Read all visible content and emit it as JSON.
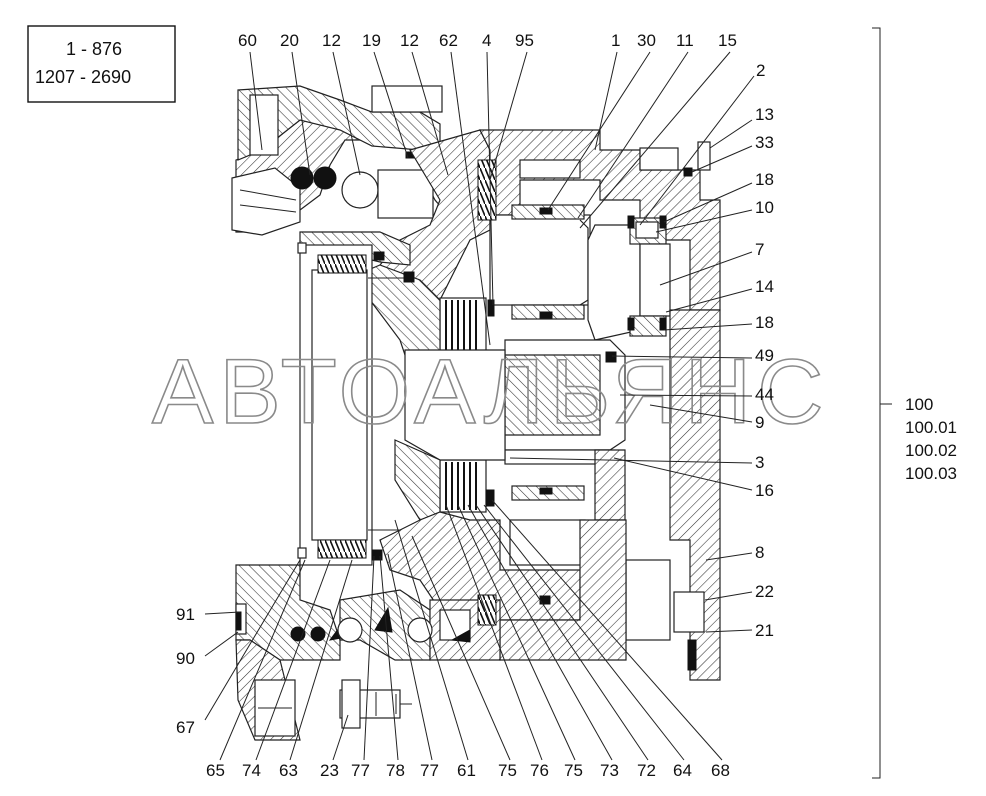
{
  "range_box": {
    "line1": "1 - 876",
    "line2": "1207 - 2690"
  },
  "watermark": "АВТОАЛЬЯНС",
  "group_labels": [
    "100",
    "100.01",
    "100.02",
    "100.03"
  ],
  "callouts_top": [
    "60",
    "20",
    "12",
    "19",
    "12",
    "62",
    "4",
    "95",
    "1",
    "30",
    "11",
    "15"
  ],
  "callouts_right": [
    "2",
    "13",
    "33",
    "18",
    "10",
    "7",
    "14",
    "18",
    "49",
    "44",
    "9",
    "3",
    "16",
    "8",
    "22",
    "21"
  ],
  "callouts_left": [
    "91",
    "90",
    "67"
  ],
  "callouts_bottom": [
    "65",
    "74",
    "63",
    "23",
    "77",
    "78",
    "77",
    "61",
    "75",
    "76",
    "75",
    "73",
    "72",
    "64",
    "68"
  ]
}
